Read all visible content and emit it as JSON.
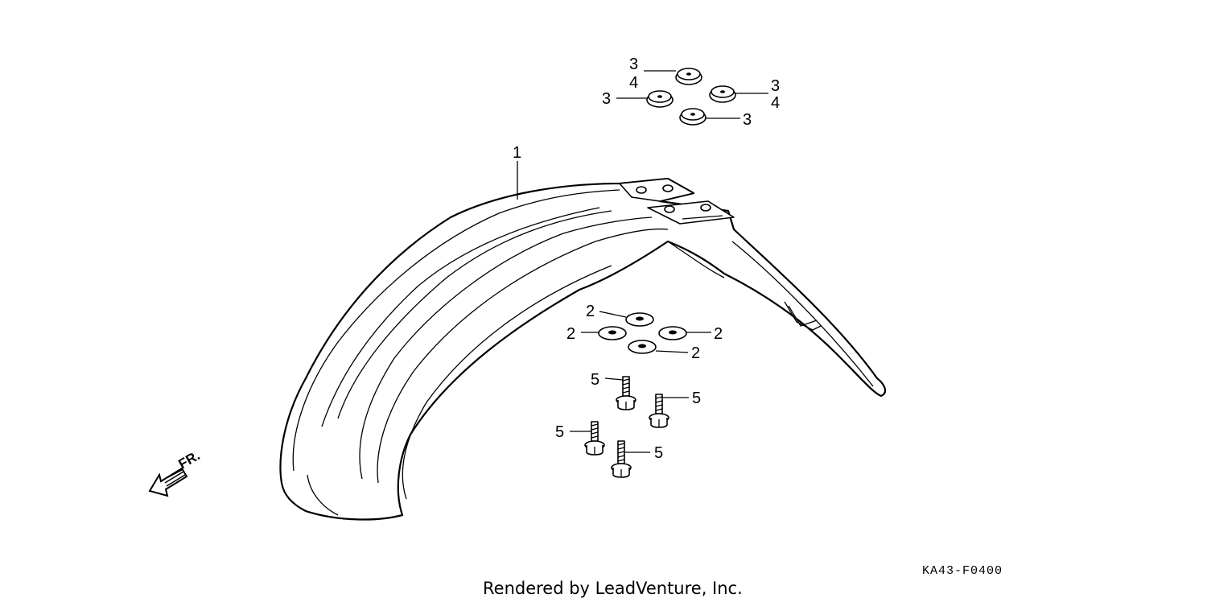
{
  "callouts": {
    "fender": "1",
    "washer_a": "2",
    "washer_b": "2",
    "washer_c": "2",
    "washer_d": "2",
    "grommet_a_top": "3",
    "grommet_a_bottom": "4",
    "grommet_b": "3",
    "grommet_c_top": "3",
    "grommet_c_bottom": "4",
    "grommet_d": "3",
    "bolt_a": "5",
    "bolt_b": "5",
    "bolt_c": "5",
    "bolt_d": "5"
  },
  "direction_label": "FR.",
  "diagram_code": "KA43-F0400",
  "credit": "Rendered by LeadVenture, Inc."
}
